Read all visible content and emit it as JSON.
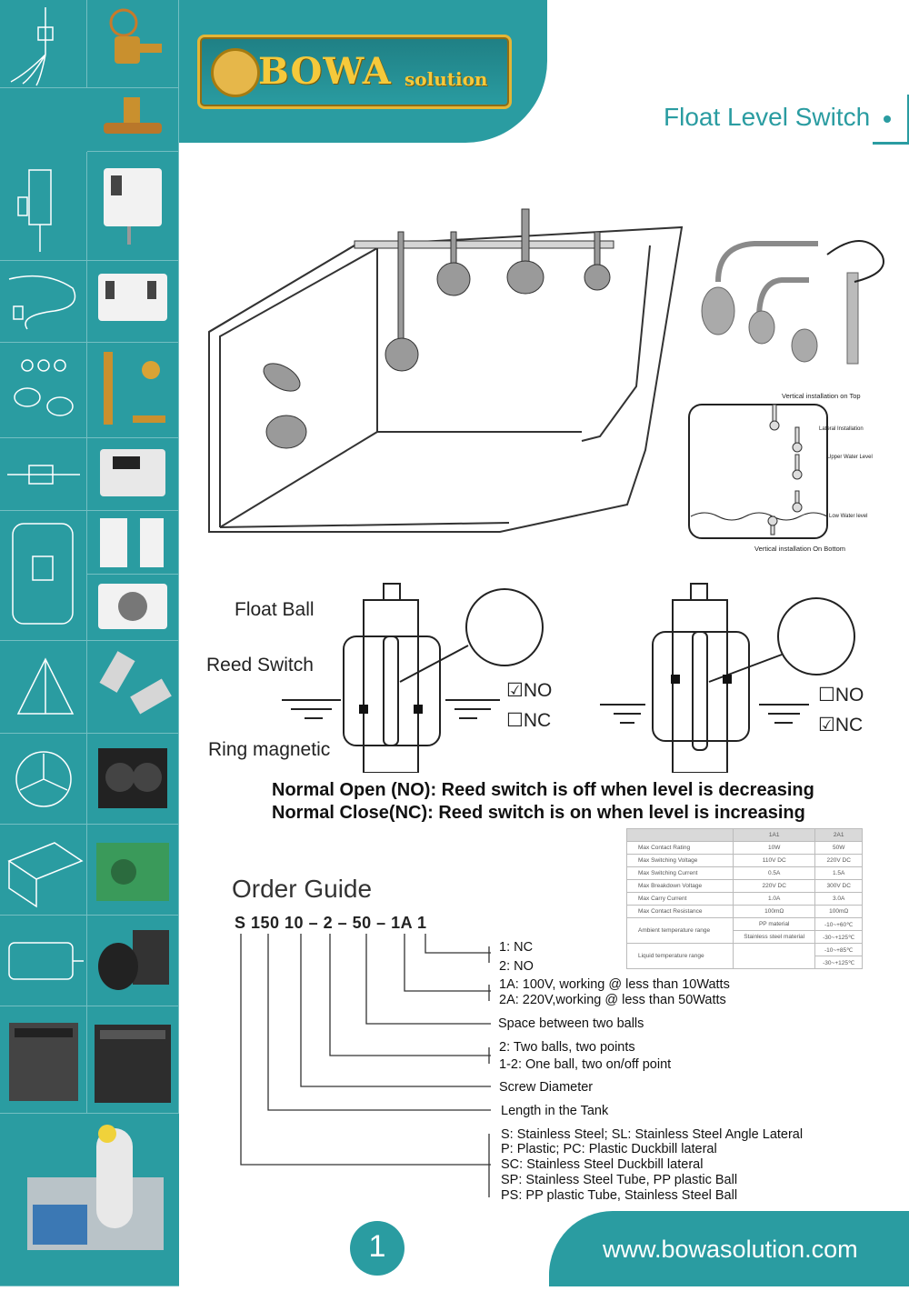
{
  "brand": {
    "name": "BOWA",
    "suffix": "solution"
  },
  "page_title": "Float Level Switch",
  "install_labels": {
    "top": "Vertical installation on Top",
    "lateral": "Lateral Installation",
    "upper": "Upper Water Level",
    "low": "Low Water level",
    "bottom": "Vertical installation On Bottom"
  },
  "diagram_labels": {
    "float_ball": "Float Ball",
    "reed_switch": "Reed Switch",
    "ring_magnetic": "Ring magnetic"
  },
  "options": {
    "no": "NO",
    "nc": "NC"
  },
  "statements": [
    "Normal Open (NO): Reed switch is off when level is decreasing",
    "Normal Close(NC): Reed switch is on when level is increasing"
  ],
  "spec_table": {
    "headers": [
      "",
      "1A1",
      "2A1"
    ],
    "rows": [
      [
        "Max Contact Rating",
        "10W",
        "50W"
      ],
      [
        "Max Switching Voltage",
        "110V DC",
        "220V DC"
      ],
      [
        "Max Switching Current",
        "0.5A",
        "1.5A"
      ],
      [
        "Max Breakdown Voltage",
        "220V DC",
        "300V DC"
      ],
      [
        "Max Carry Current",
        "1.0A",
        "3.0A"
      ],
      [
        "Max Contact Resistance",
        "100mΩ",
        "100mΩ"
      ]
    ],
    "ambient": {
      "label": "Ambient temperature range",
      "pp": "PP material",
      "pp_val": "-10~+60℃",
      "ss": "Stainless steel material",
      "ss_val": "-30~+125℃"
    },
    "liquid": {
      "label": "Liquid temperature range",
      "v1": "-10~+85℃",
      "v2": "-30~+125℃"
    }
  },
  "order_guide": {
    "title": "Order Guide",
    "code": "S 150 10 – 2 – 50 – 1A 1",
    "items": [
      {
        "lines": [
          "1: NC",
          "2: NO"
        ]
      },
      {
        "lines": [
          "1A: 100V, working @ less than 10Watts",
          "2A: 220V,working @ less than 50Watts"
        ]
      },
      {
        "lines": [
          "Space between two balls"
        ]
      },
      {
        "lines": [
          "2: Two balls, two points",
          "1-2: One ball, two on/off point"
        ]
      },
      {
        "lines": [
          "Screw Diameter"
        ]
      },
      {
        "lines": [
          "Length in the Tank"
        ]
      },
      {
        "lines": [
          "S: Stainless Steel;  SL: Stainless Steel Angle Lateral",
          "P: Plastic;  PC: Plastic Duckbill lateral",
          "SC: Stainless Steel Duckbill lateral",
          "SP: Stainless Steel Tube, PP plastic Ball",
          "PS: PP plastic Tube, Stainless Steel Ball"
        ]
      }
    ]
  },
  "page_number": "1",
  "footer_url": "www.bowasolution.com",
  "colors": {
    "accent": "#2a9ca1",
    "gold": "#f5c93b"
  }
}
